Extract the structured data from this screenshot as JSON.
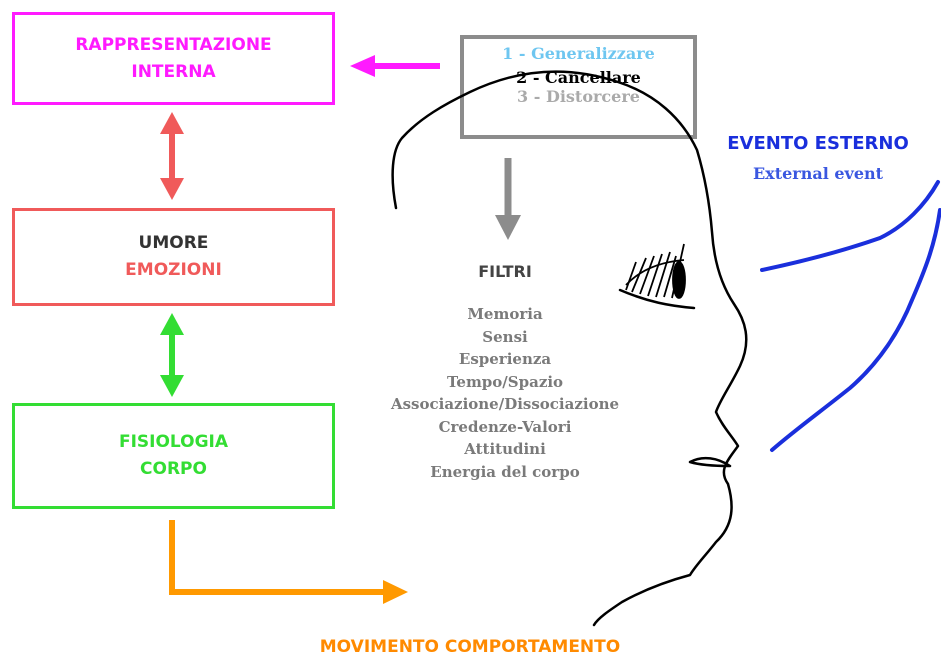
{
  "boxes": {
    "rappresentazione": {
      "line1": "RAPPRESENTAZIONE",
      "line2": "INTERNA",
      "color": "#ff1aff"
    },
    "umore": {
      "line1": "UMORE",
      "line2": "EMOZIONI",
      "line1_color": "#333333",
      "line2_color": "#f05a5a"
    },
    "fisiologia": {
      "line1": "FISIOLOGIA",
      "line2": "CORPO",
      "color": "#33dd33"
    }
  },
  "filter_box": {
    "items": [
      "1 - Generalizzare",
      "2 - Cancellare",
      "3 - Distorcere"
    ]
  },
  "filtri": {
    "title": "FILTRI",
    "items": [
      "Memoria",
      "Sensi",
      "Esperienza",
      "Tempo/Spazio",
      "Associazione/Dissociazione",
      "Credenze-Valori",
      "Attitudini",
      "Energia del corpo"
    ]
  },
  "evento": {
    "title": "EVENTO ESTERNO",
    "subtitle": "External event"
  },
  "movimento": "MOVIMENTO COMPORTAMENTO",
  "colors": {
    "magenta": "#ff1aff",
    "red": "#f05a5a",
    "green": "#33dd33",
    "gray": "#8c8c8c",
    "orange": "#ff9900",
    "blue": "#1a2fdc"
  }
}
